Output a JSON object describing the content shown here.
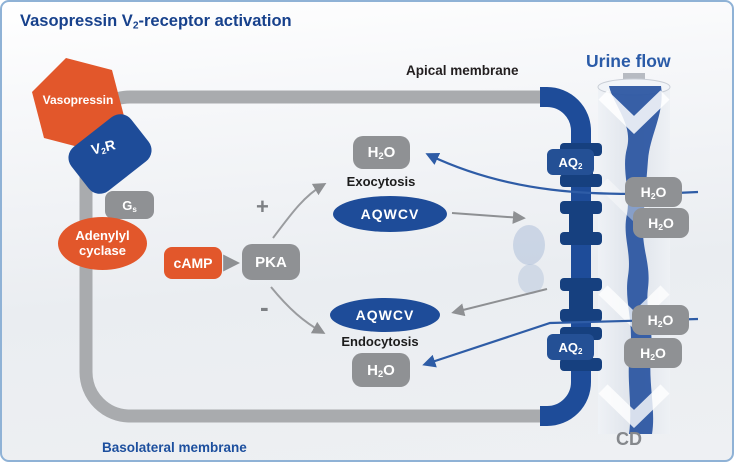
{
  "title": {
    "pre": "Vasopressin V",
    "sub": "2",
    "post": "-receptor activation"
  },
  "labels": {
    "apical_membrane": "Apical membrane",
    "urine_flow": "Urine flow",
    "cd": "CD",
    "basolateral_membrane": "Basolateral membrane",
    "exocytosis": "Exocytosis",
    "endocytosis": "Endocytosis",
    "plus": "+",
    "minus": "-"
  },
  "molecules": {
    "vasopressin": "Vasopressin",
    "v2r": {
      "pre": "V",
      "sub": "2",
      "post": "R"
    },
    "gs": {
      "pre": "G",
      "sub": "s"
    },
    "adenylyl1": "Adenylyl",
    "adenylyl2": "cyclase",
    "camp": "cAMP",
    "pka": "PKA",
    "aqwcv": "AQWCV",
    "aq2": {
      "pre": "AQ",
      "sub": "2"
    },
    "h2o": {
      "pre": "H",
      "sub": "2",
      "post": "O"
    }
  },
  "colors": {
    "orange": "#e2572b",
    "dark_blue": "#1e4c99",
    "channel_blue": "#16407f",
    "gray_box": "#8f9194",
    "membrane_gray": "#a9abae",
    "title_navy": "#17418c",
    "arrow_blue": "#2e5ca6",
    "arrow_gray": "#8e9093",
    "urine_label_blue": "#2a5ba8",
    "cd_gray": "#85888c"
  }
}
